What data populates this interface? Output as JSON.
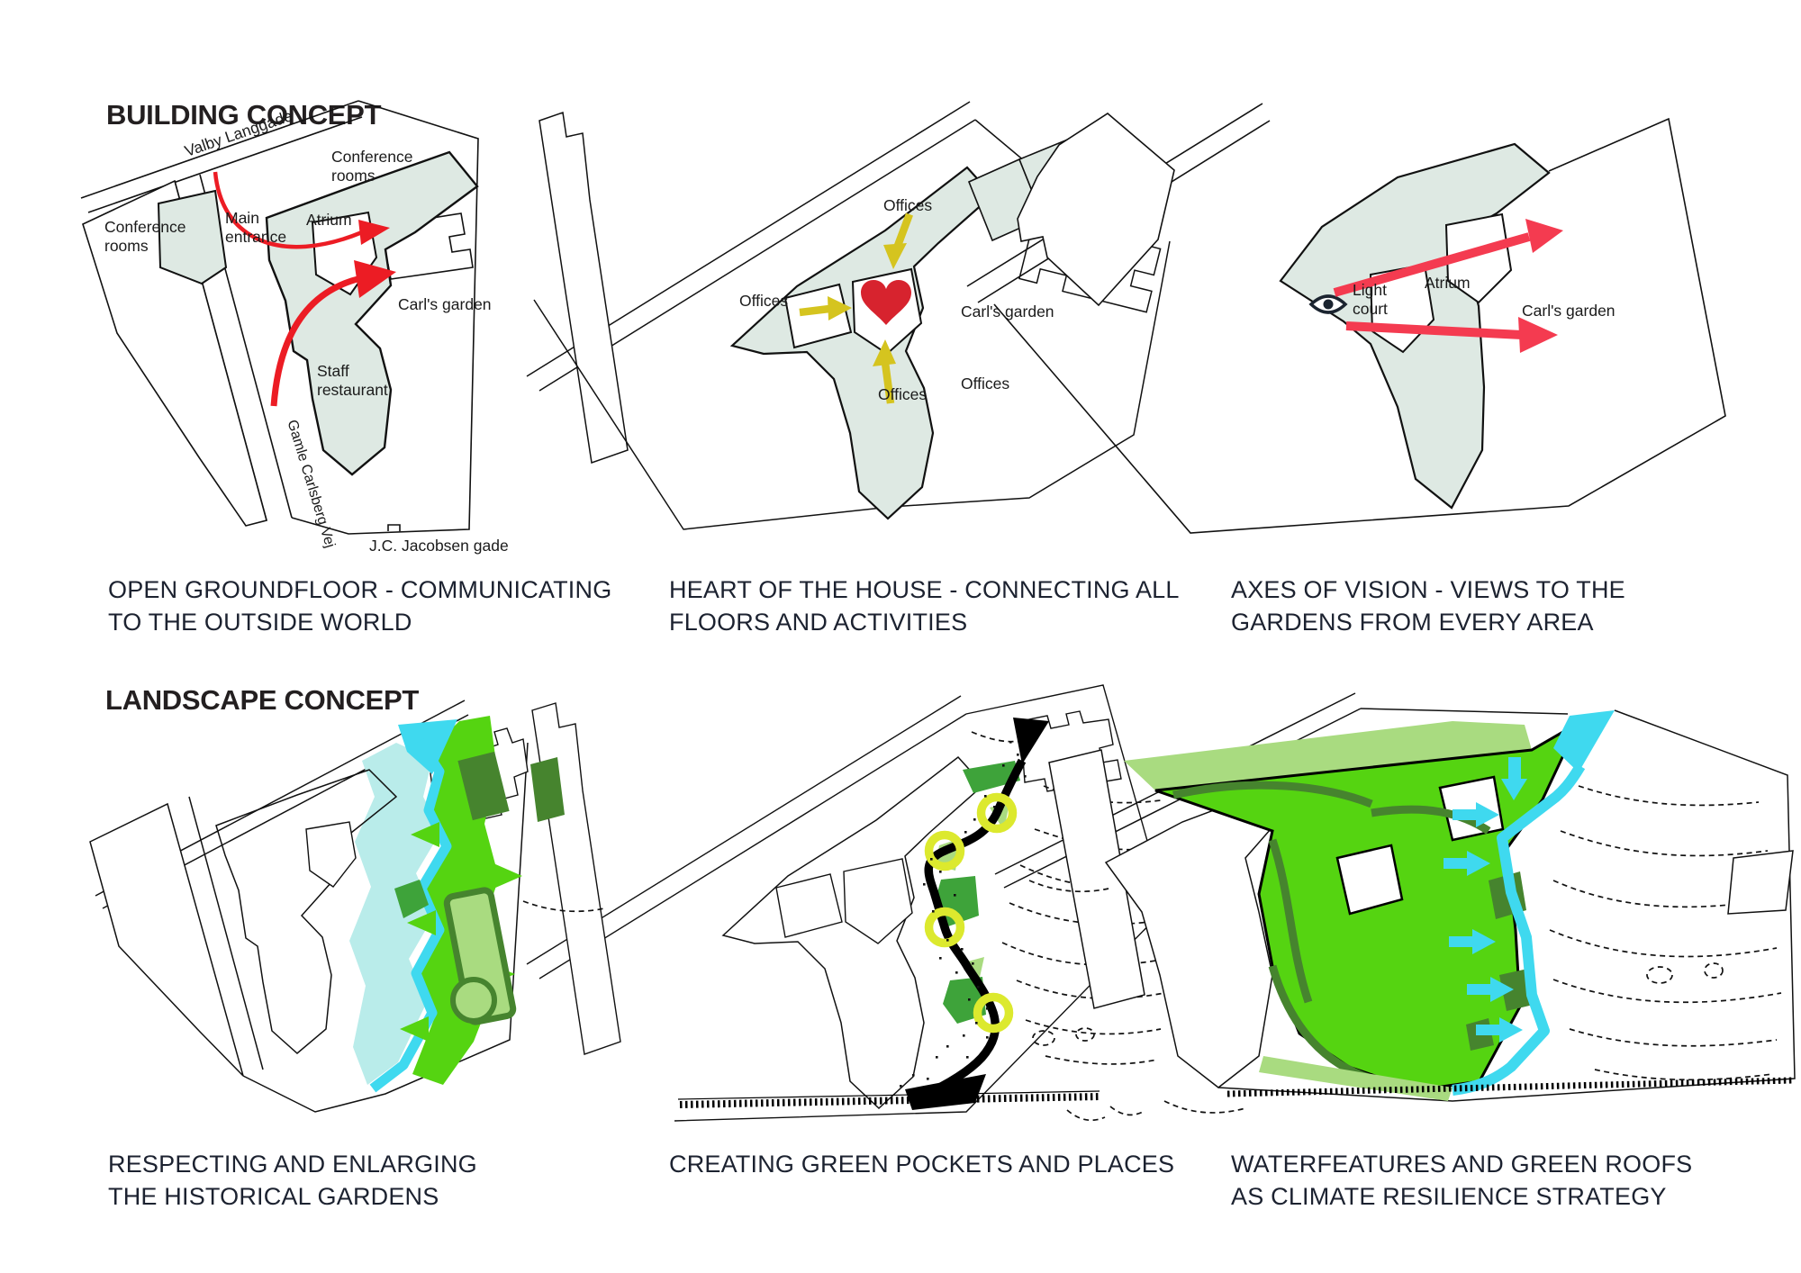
{
  "headings": {
    "building": "BUILDING CONCEPT",
    "landscape": "LANDSCAPE CONCEPT"
  },
  "captions": {
    "d1": "OPEN GROUNDFLOOR - COMMUNICATING\nTO THE OUTSIDE WORLD",
    "d2": "HEART OF THE HOUSE - CONNECTING ALL\nFLOORS AND ACTIVITIES",
    "d3": "AXES OF VISION - VIEWS TO THE\nGARDENS FROM EVERY AREA",
    "d4": "RESPECTING AND ENLARGING\nTHE HISTORICAL GARDENS",
    "d5": "CREATING GREEN POCKETS AND PLACES",
    "d6": "WATERFEATURES AND GREEN ROOFS\nAS CLIMATE RESILIENCE STRATEGY"
  },
  "labels": {
    "d1": {
      "valby": "Valby Langgade",
      "conference_wing": "Conference\nrooms",
      "main_entrance": "Main\nentrance",
      "atrium": "Atrium",
      "carls_garden": "Carl's garden",
      "conference_left": "Conference\nrooms",
      "staff": "Staff\nrestaurant",
      "gamle": "Gamle Carlsberg Vej",
      "jacobsen": "J.C. Jacobsen gade"
    },
    "d2": {
      "offices_top": "Offices",
      "offices_left": "Offices",
      "offices_bottom": "Offices",
      "offices_right": "Offices",
      "carls_garden": "Carl's garden"
    },
    "d3": {
      "light_court": "Light\ncourt",
      "atrium": "Atrium",
      "carls_garden": "Carl's garden"
    }
  },
  "icons": {
    "heart": "heart-icon",
    "eye": "eye-icon"
  },
  "colors": {
    "pale_building": "#dee9e3",
    "outline": "#111111",
    "red_arrow": "#ec1c24",
    "heart_red": "#d7232e",
    "yellow_arrow": "#d5c41f",
    "vision_pink": "#f43b50",
    "cyan": "#3fd9ef",
    "pale_cyan": "#b9ecea",
    "bright_green": "#55d411",
    "mid_green": "#3ea33a",
    "dark_green": "#46842e",
    "light_green": "#a9db80",
    "ring_yellow_green": "#dce92e",
    "caption_text": "#1c2230"
  }
}
